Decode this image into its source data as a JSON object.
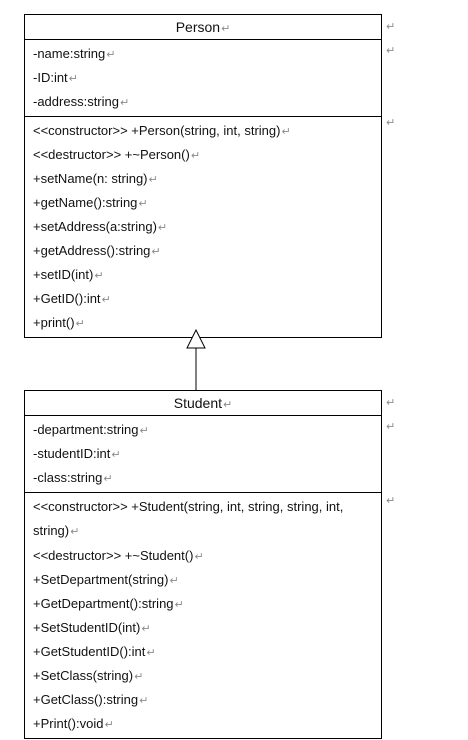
{
  "person": {
    "name": "Person",
    "attributes": [
      "-name:string",
      "-ID:int",
      "-address:string"
    ],
    "methods": [
      "<<constructor>> +Person(string, int, string)",
      "<<destructor>> +~Person()",
      "+setName(n: string)",
      "+getName():string",
      "+setAddress(a:string)",
      "+getAddress():string",
      "+setID(int)",
      "+GetID():int",
      "+print()"
    ]
  },
  "student": {
    "name": "Student",
    "attributes": [
      "-department:string",
      "-studentID:int",
      "-class:string"
    ],
    "methods": [
      "<<constructor>> +Student(string, int, string, string, int, string)",
      "<<destructor>> +~Student()",
      "+SetDepartment(string)",
      "+GetDepartment():string",
      "+SetStudentID(int)",
      "+GetStudentID():int",
      "+SetClass(string)",
      "+GetClass():string",
      "+Print():void"
    ]
  },
  "symbols": {
    "return_mark": "↵"
  }
}
